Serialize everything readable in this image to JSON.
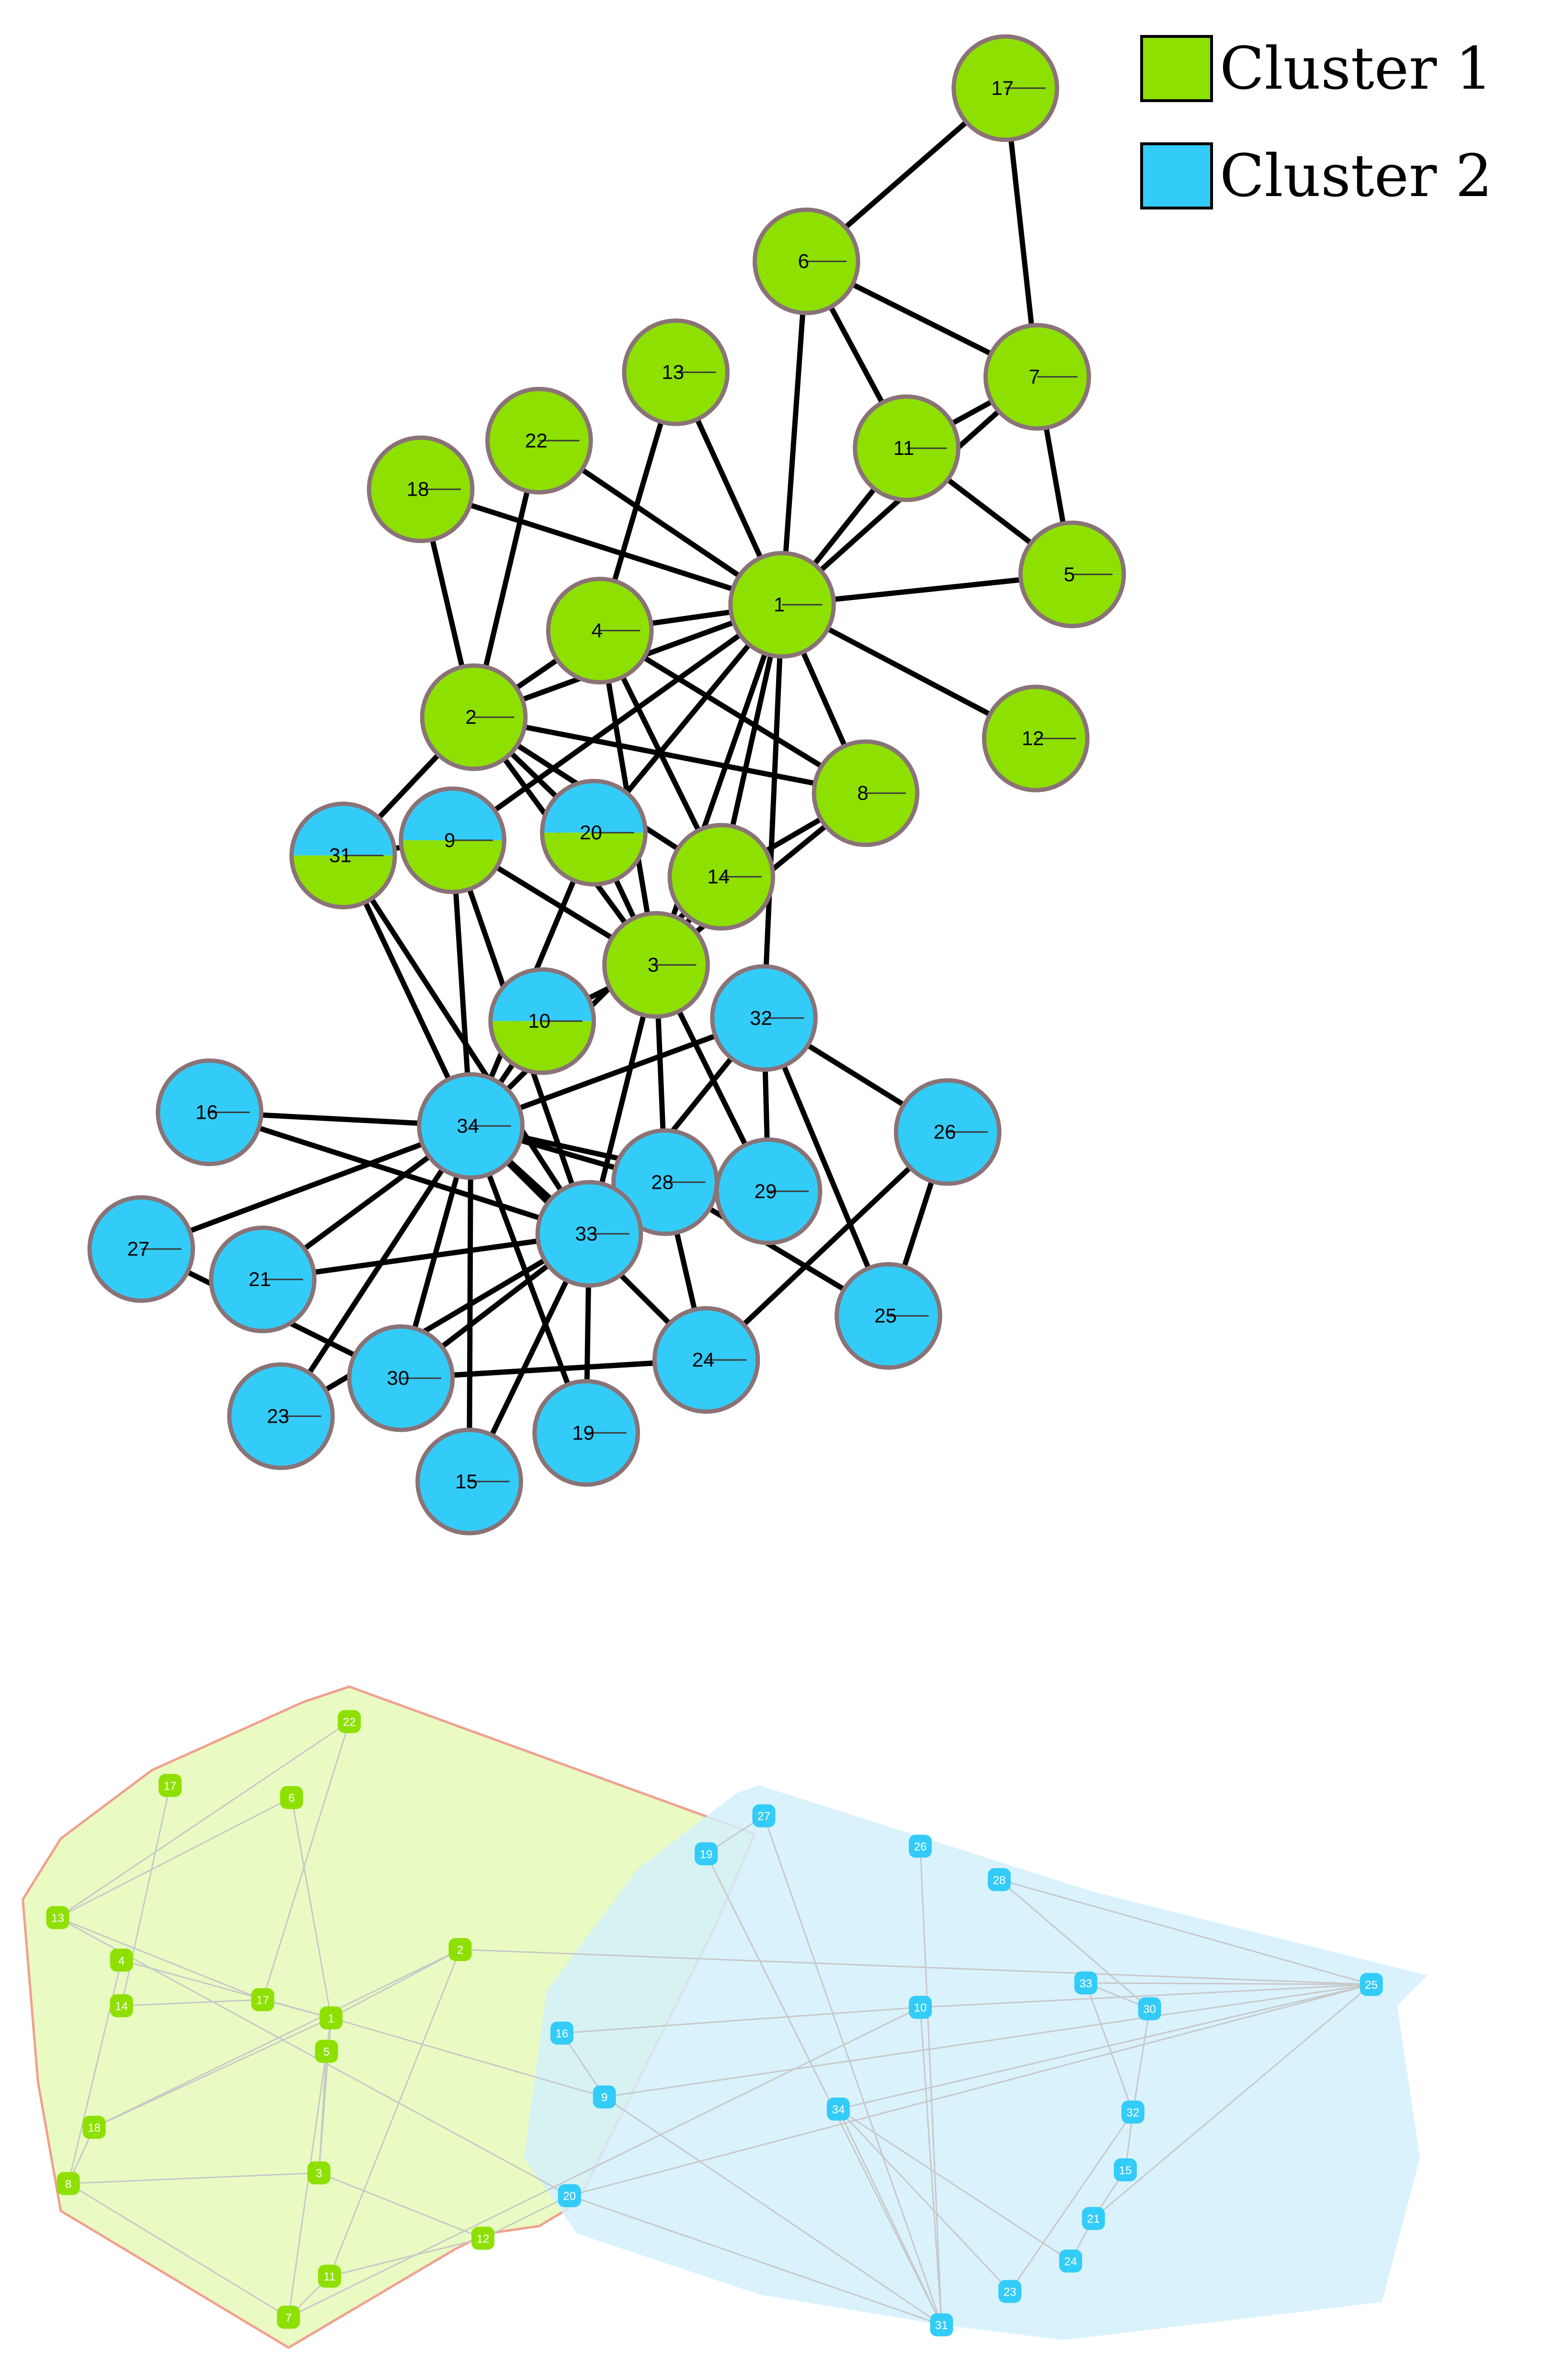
{
  "legend": {
    "cluster1": {
      "label": "Cluster 1",
      "color": "#8ee000"
    },
    "cluster2": {
      "label": "Cluster 2",
      "color": "#33ccf8"
    }
  },
  "colors": {
    "node_stroke": "#8a7377",
    "edge": "#000000",
    "region1_fill": "#e9fbc2",
    "region1_stroke": "#f0a090",
    "region2_fill": "#d3f0fb",
    "edge_light": "#c8c8c8"
  },
  "top_graph": {
    "nodes": [
      {
        "id": "1",
        "cluster": 1
      },
      {
        "id": "2",
        "cluster": 1
      },
      {
        "id": "3",
        "cluster": 1
      },
      {
        "id": "4",
        "cluster": 1
      },
      {
        "id": "5",
        "cluster": 1
      },
      {
        "id": "6",
        "cluster": 1
      },
      {
        "id": "7",
        "cluster": 1
      },
      {
        "id": "8",
        "cluster": 1
      },
      {
        "id": "9",
        "cluster": "split"
      },
      {
        "id": "10",
        "cluster": "split"
      },
      {
        "id": "11",
        "cluster": 1
      },
      {
        "id": "12",
        "cluster": 1
      },
      {
        "id": "13",
        "cluster": 1
      },
      {
        "id": "14",
        "cluster": 1
      },
      {
        "id": "15",
        "cluster": 2
      },
      {
        "id": "16",
        "cluster": 2
      },
      {
        "id": "17",
        "cluster": 1
      },
      {
        "id": "18",
        "cluster": 1
      },
      {
        "id": "19",
        "cluster": 2
      },
      {
        "id": "20",
        "cluster": "split"
      },
      {
        "id": "21",
        "cluster": 2
      },
      {
        "id": "22",
        "cluster": 1
      },
      {
        "id": "23",
        "cluster": 2
      },
      {
        "id": "24",
        "cluster": 2
      },
      {
        "id": "25",
        "cluster": 2
      },
      {
        "id": "26",
        "cluster": 2
      },
      {
        "id": "27",
        "cluster": 2
      },
      {
        "id": "28",
        "cluster": 2
      },
      {
        "id": "29",
        "cluster": 2
      },
      {
        "id": "30",
        "cluster": 2
      },
      {
        "id": "31",
        "cluster": "split"
      },
      {
        "id": "32",
        "cluster": 2
      },
      {
        "id": "33",
        "cluster": 2
      },
      {
        "id": "34",
        "cluster": 2
      }
    ],
    "edges": [
      [
        "17",
        "6"
      ],
      [
        "17",
        "7"
      ],
      [
        "6",
        "7"
      ],
      [
        "6",
        "11"
      ],
      [
        "6",
        "1"
      ],
      [
        "7",
        "11"
      ],
      [
        "7",
        "5"
      ],
      [
        "11",
        "5"
      ],
      [
        "11",
        "1"
      ],
      [
        "7",
        "1"
      ],
      [
        "5",
        "1"
      ],
      [
        "13",
        "1"
      ],
      [
        "13",
        "4"
      ],
      [
        "22",
        "1"
      ],
      [
        "22",
        "2"
      ],
      [
        "18",
        "1"
      ],
      [
        "18",
        "2"
      ],
      [
        "4",
        "1"
      ],
      [
        "4",
        "2"
      ],
      [
        "4",
        "8"
      ],
      [
        "4",
        "14"
      ],
      [
        "4",
        "3"
      ],
      [
        "1",
        "2"
      ],
      [
        "1",
        "3"
      ],
      [
        "1",
        "8"
      ],
      [
        "1",
        "9"
      ],
      [
        "1",
        "12"
      ],
      [
        "1",
        "14"
      ],
      [
        "1",
        "20"
      ],
      [
        "1",
        "32"
      ],
      [
        "2",
        "3"
      ],
      [
        "2",
        "8"
      ],
      [
        "2",
        "14"
      ],
      [
        "2",
        "20"
      ],
      [
        "2",
        "31"
      ],
      [
        "3",
        "8"
      ],
      [
        "3",
        "10"
      ],
      [
        "3",
        "28"
      ],
      [
        "3",
        "29"
      ],
      [
        "3",
        "33"
      ],
      [
        "3",
        "9"
      ],
      [
        "3",
        "14"
      ],
      [
        "9",
        "31"
      ],
      [
        "9",
        "33"
      ],
      [
        "9",
        "34"
      ],
      [
        "10",
        "34"
      ],
      [
        "14",
        "34"
      ],
      [
        "20",
        "34"
      ],
      [
        "31",
        "33"
      ],
      [
        "31",
        "34"
      ],
      [
        "32",
        "25"
      ],
      [
        "32",
        "26"
      ],
      [
        "32",
        "29"
      ],
      [
        "32",
        "33"
      ],
      [
        "32",
        "34"
      ],
      [
        "16",
        "33"
      ],
      [
        "16",
        "34"
      ],
      [
        "27",
        "30"
      ],
      [
        "27",
        "34"
      ],
      [
        "21",
        "33"
      ],
      [
        "21",
        "34"
      ],
      [
        "23",
        "33"
      ],
      [
        "23",
        "34"
      ],
      [
        "30",
        "33"
      ],
      [
        "30",
        "34"
      ],
      [
        "30",
        "24"
      ],
      [
        "15",
        "33"
      ],
      [
        "15",
        "34"
      ],
      [
        "19",
        "33"
      ],
      [
        "19",
        "34"
      ],
      [
        "24",
        "26"
      ],
      [
        "24",
        "28"
      ],
      [
        "24",
        "30"
      ],
      [
        "24",
        "34"
      ],
      [
        "25",
        "26"
      ],
      [
        "25",
        "28"
      ],
      [
        "28",
        "34"
      ],
      [
        "29",
        "34"
      ],
      [
        "33",
        "34"
      ],
      [
        "14",
        "8"
      ],
      [
        "20",
        "3"
      ],
      [
        "28",
        "33"
      ]
    ]
  },
  "bottom_graph": {
    "nodes_c1": [
      "22",
      "17",
      "6",
      "13",
      "4",
      "14",
      "17",
      "1",
      "2",
      "18",
      "8",
      "3",
      "12",
      "11",
      "7",
      "5"
    ],
    "nodes_c2": [
      "16",
      "27",
      "26",
      "28",
      "19",
      "33",
      "30",
      "32",
      "15",
      "21",
      "24",
      "34",
      "23",
      "31",
      "10",
      "20",
      "9",
      "25"
    ]
  }
}
